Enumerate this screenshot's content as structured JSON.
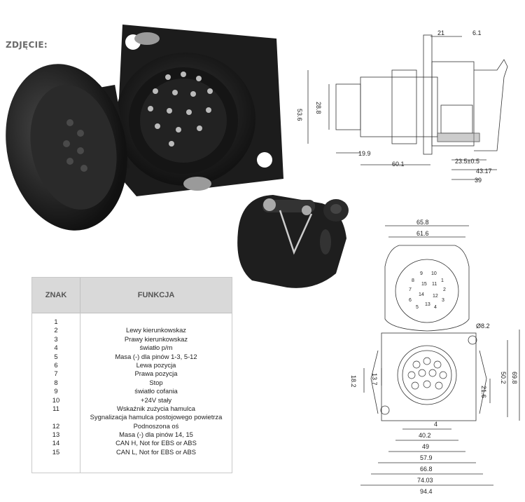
{
  "heading": "ZDJĘCIE:",
  "table": {
    "col_sign": "ZNAK",
    "col_function": "FUNKCJA",
    "rows": [
      {
        "n": "1",
        "f": ""
      },
      {
        "n": "2",
        "f": "Lewy kierunkowskaz"
      },
      {
        "n": "3",
        "f": "Prawy kierunkowskaz"
      },
      {
        "n": "4",
        "f": "światło p/m"
      },
      {
        "n": "5",
        "f": "Masa (-) dla pinów 1-3, 5-12"
      },
      {
        "n": "6",
        "f": "Lewa pozycja"
      },
      {
        "n": "7",
        "f": "Prawa pozycja"
      },
      {
        "n": "8",
        "f": "Stop"
      },
      {
        "n": "9",
        "f": "światło cofania"
      },
      {
        "n": "10",
        "f": "+24V stały"
      },
      {
        "n": "11",
        "f": "Wskaźnik zużycia hamulca"
      },
      {
        "n": "",
        "f": "Sygnalizacja hamulca postojowego powietrza"
      },
      {
        "n": "12",
        "f": "Podnoszona oś"
      },
      {
        "n": "13",
        "f": "Masa (-) dla pinów 14, 15"
      },
      {
        "n": "14",
        "f": "CAN H, Not for EBS or ABS"
      },
      {
        "n": "15",
        "f": "CAN L, Not for EBS or ABS"
      }
    ]
  },
  "dims_side": {
    "d21": "21",
    "d6_1": "6.1",
    "d53_6": "53.6",
    "d28_8": "28.8",
    "d19_9": "19.9",
    "d60_1": "60.1",
    "d23_5": "23.5±0.5",
    "d43_17": "43.17",
    "d39": "39"
  },
  "dims_front": {
    "d65_8": "65.8",
    "d61_6": "61.6",
    "d8_2": "Ø8.2",
    "d18_2": "18.2",
    "d13_7": "13.7",
    "d21_6": "21.6",
    "d50_2": "50.2",
    "d69_8": "69.8",
    "d4": "4",
    "d40_2": "40.2",
    "d49": "49",
    "d57_9": "57.9",
    "d66_8": "66.8",
    "d74_03": "74.03",
    "d94_4": "94.4"
  },
  "pins_labels": [
    "9",
    "10",
    "8",
    "15",
    "11",
    "1",
    "7",
    "14",
    "2",
    "6",
    "12",
    "3",
    "5",
    "13",
    "4"
  ]
}
